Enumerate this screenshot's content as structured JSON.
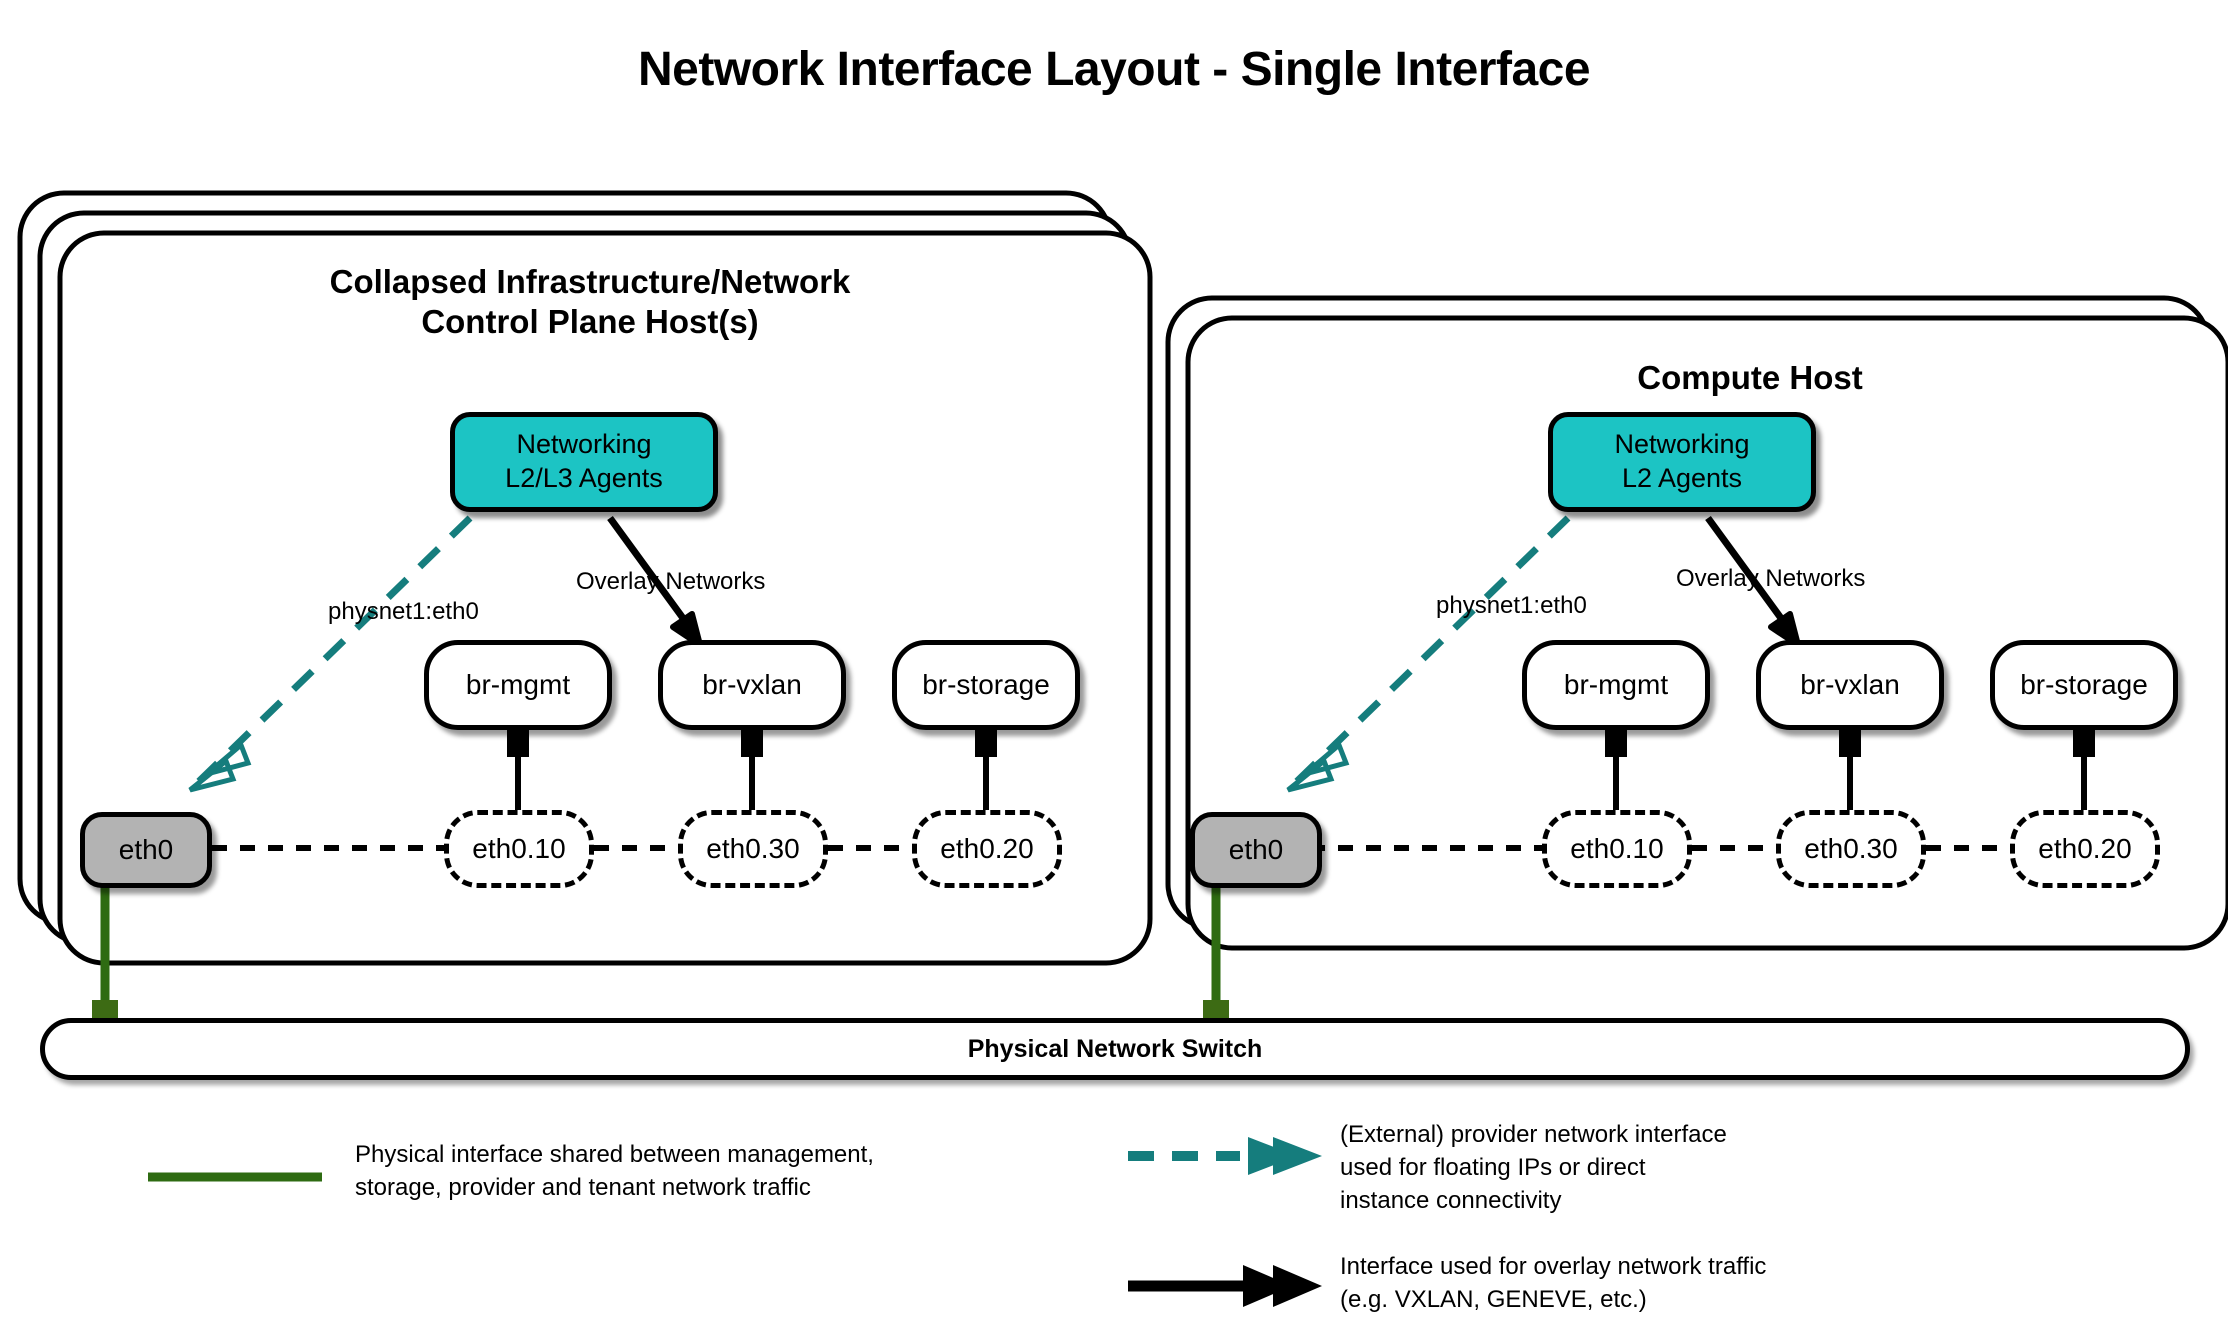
{
  "title": "Network Interface Layout - Single Interface",
  "hosts": [
    {
      "id": "control",
      "title": "Collapsed Infrastructure/Network\nControl Plane Host(s)",
      "stack_count": 3,
      "agent": {
        "label": "Networking\nL2/L3 Agents",
        "color": "#1cc4c4"
      },
      "nic": {
        "label": "eth0",
        "color": "#b3b3b3"
      },
      "edge_labels": {
        "provider": "physnet1:eth0",
        "overlay": "Overlay Networks"
      },
      "bridges": [
        {
          "bridge": "br-mgmt",
          "vlan": "eth0.10"
        },
        {
          "bridge": "br-vxlan",
          "vlan": "eth0.30"
        },
        {
          "bridge": "br-storage",
          "vlan": "eth0.20"
        }
      ]
    },
    {
      "id": "compute",
      "title": "Compute Host",
      "stack_count": 2,
      "agent": {
        "label": "Networking\nL2 Agents",
        "color": "#1cc4c4"
      },
      "nic": {
        "label": "eth0",
        "color": "#b3b3b3"
      },
      "edge_labels": {
        "provider": "physnet1:eth0",
        "overlay": "Overlay Networks"
      },
      "bridges": [
        {
          "bridge": "br-mgmt",
          "vlan": "eth0.10"
        },
        {
          "bridge": "br-vxlan",
          "vlan": "eth0.30"
        },
        {
          "bridge": "br-storage",
          "vlan": "eth0.20"
        }
      ]
    }
  ],
  "switch": {
    "label": "Physical Network Switch"
  },
  "legend": {
    "items": [
      {
        "key": "physical",
        "style": "solid-line",
        "color": "#2e6b12",
        "text": "Physical interface shared between management,\nstorage, provider and tenant network traffic"
      },
      {
        "key": "provider",
        "style": "dashed-double-arrow",
        "color": "#157d7d",
        "text": "(External) provider network interface\nused for floating IPs or direct\ninstance connectivity"
      },
      {
        "key": "overlay",
        "style": "solid-double-arrow",
        "color": "#000000",
        "text": "Interface used for overlay network traffic\n(e.g. VXLAN, GENEVE, etc.)"
      }
    ]
  }
}
